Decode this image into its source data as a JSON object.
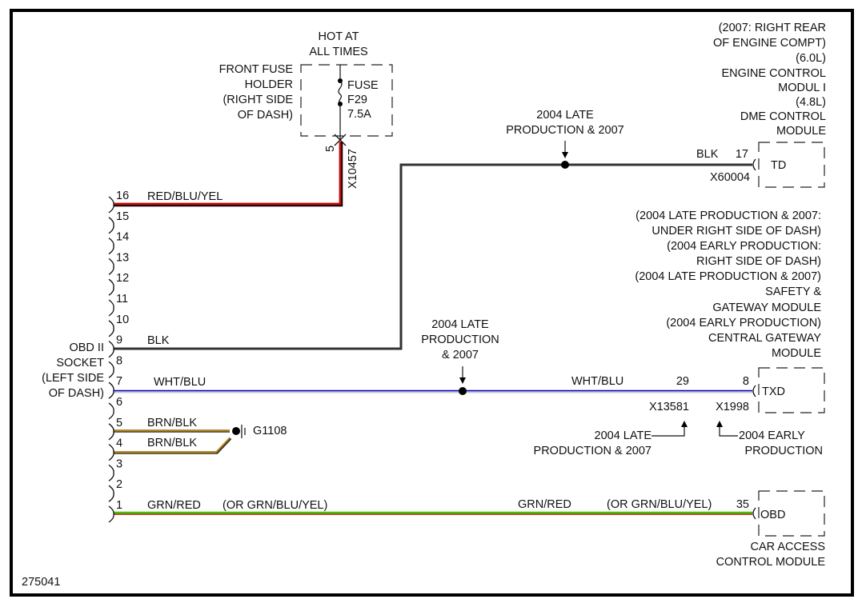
{
  "diagram": {
    "figure_id": "275041",
    "fuse_holder": {
      "hot_label": [
        "HOT AT",
        "ALL TIMES"
      ],
      "location_label": [
        "FRONT FUSE",
        "HOLDER",
        "(RIGHT SIDE",
        "OF DASH)"
      ],
      "fuse_label": [
        "FUSE",
        "F29",
        "7.5A"
      ],
      "pin": "5",
      "connector": "X10457"
    },
    "obd_socket": {
      "label": [
        "OBD II",
        "SOCKET",
        "(LEFT SIDE",
        "OF DASH)"
      ],
      "pins": [
        "16",
        "15",
        "14",
        "13",
        "12",
        "11",
        "10",
        "9",
        "8",
        "7",
        "6",
        "5",
        "4",
        "3",
        "2",
        "1"
      ]
    },
    "wires": {
      "pin16": {
        "color_code": "RED/BLU/YEL",
        "stripe_primary": "#e00000",
        "stripe_secondary": "#000000"
      },
      "pin9": {
        "color_code": "BLK",
        "stroke": "#333333"
      },
      "pin7": {
        "color_code": "WHT/BLU",
        "stroke": "#0000cc",
        "shade": "#c8c8c8"
      },
      "pin5": {
        "color_code": "BRN/BLK",
        "stroke": "#b8860b",
        "shade": "#333333"
      },
      "pin4": {
        "color_code": "BRN/BLK",
        "stroke": "#b8860b",
        "shade": "#333333"
      },
      "pin1": {
        "color_code": "GRN/RED",
        "alt_code": "(OR GRN/BLU/YEL)",
        "stroke": "#33cc00",
        "shade": "#cc0000"
      }
    },
    "ground": {
      "label": "G1108"
    },
    "splice_blk": {
      "note": [
        "2004 LATE",
        "PRODUCTION & 2007"
      ]
    },
    "splice_wht": {
      "note": [
        "2004 LATE",
        "PRODUCTION",
        "& 2007"
      ]
    },
    "ecm": {
      "label": [
        "(2007: RIGHT REAR",
        "OF ENGINE COMPT)",
        "(6.0L)",
        "ENGINE CONTROL",
        "MODUL I",
        "(4.8L)",
        "DME CONTROL",
        "MODULE"
      ],
      "wire_color": "BLK",
      "pin": "17",
      "connector": "X60004",
      "terminal": "TD"
    },
    "gateway": {
      "label": [
        "(2004 LATE PRODUCTION & 2007:",
        "UNDER RIGHT SIDE OF DASH)",
        "(2004 EARLY PRODUCTION:",
        "RIGHT SIDE OF DASH)",
        "(2004 LATE PRODUCTION & 2007)",
        "SAFETY &",
        "GATEWAY MODULE",
        "(2004 EARLY PRODUCTION)",
        "CENTRAL GATEWAY",
        "MODULE"
      ],
      "wire_color": "WHT/BLU",
      "pin_late": "29",
      "pin_early": "8",
      "connector_late": "X13581",
      "connector_early": "X1998",
      "note_late": [
        "2004 LATE",
        "PRODUCTION & 2007"
      ],
      "note_early": [
        "2004 EARLY",
        "PRODUCTION"
      ],
      "terminal": "TXD"
    },
    "cas": {
      "label": [
        "CAR ACCESS",
        "CONTROL MODULE"
      ],
      "wire_color": "GRN/RED",
      "alt_code": "(OR GRN/BLU/YEL)",
      "pin": "35",
      "terminal": "OBD"
    }
  }
}
